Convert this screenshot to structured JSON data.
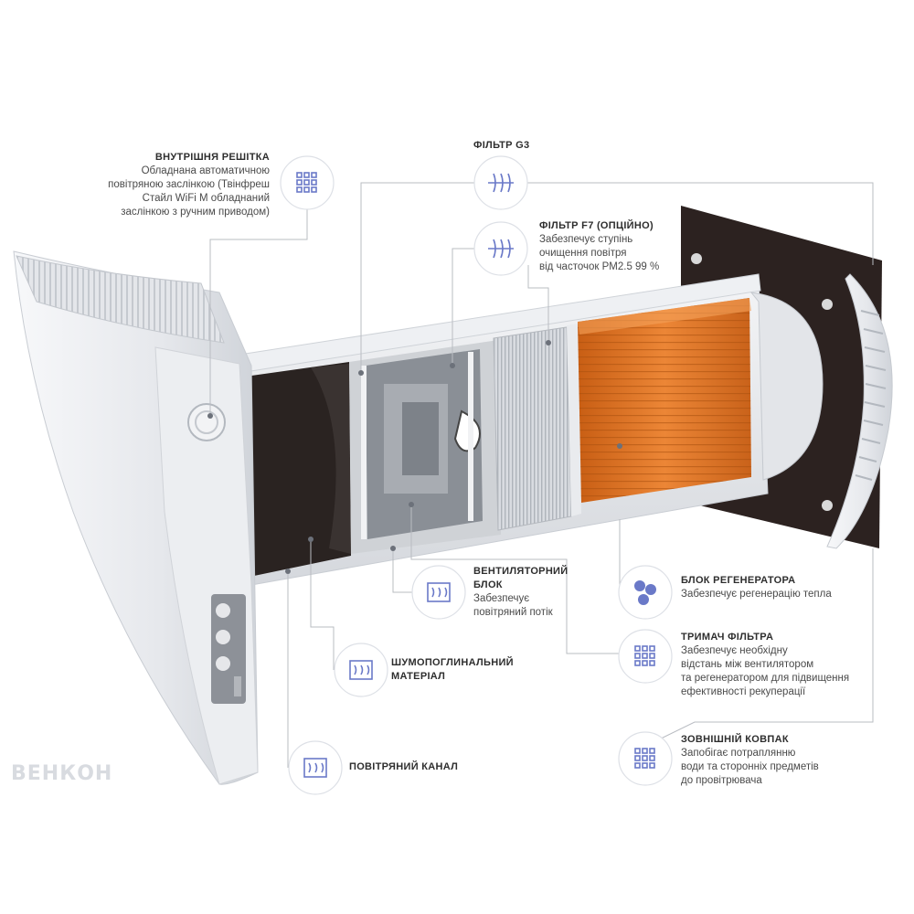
{
  "labels": {
    "inner_grille": {
      "title": "ВНУТРІШНЯ РЕШІТКА",
      "lines": [
        "Обладнана автоматичною",
        "повітряною заслінкою (Твінфреш",
        "Стайл WiFi М обладнаний",
        "заслінкою з ручним приводом)"
      ]
    },
    "filter_g3": {
      "title": "ФІЛЬТР G3"
    },
    "filter_f7": {
      "title": "ФІЛЬТР F7 (ОПЦІЙНО)",
      "lines": [
        "Забезпечує ступінь",
        "очищення повітря",
        "від часточок PM2.5 99 %"
      ]
    },
    "fan_block": {
      "title_lines": [
        "ВЕНТИЛЯТОРНИЙ",
        "БЛОК"
      ],
      "lines": [
        "Забезпечує",
        "повітряний потік"
      ]
    },
    "regenerator": {
      "title": "БЛОК РЕГЕНЕРАТОРА",
      "lines": [
        "Забезпечує регенерацію тепла"
      ]
    },
    "filter_holder": {
      "title": "ТРИМАЧ ФІЛЬТРА",
      "lines": [
        "Забезпечує необхідну",
        "відстань між вентилятором",
        "та регенератором для підвищення",
        "ефективності рекуперації"
      ]
    },
    "sound_material": {
      "title_lines": [
        "ШУМОПОГЛИНАЛЬНИЙ",
        "МАТЕРІАЛ"
      ]
    },
    "outer_hood": {
      "title": "ЗОВНІШНІЙ КОВПАК",
      "lines": [
        "Запобігає потраплянню",
        "води та сторонніх предметів",
        "до провітрювача"
      ]
    },
    "air_channel": {
      "title": "ПОВІТРЯНИЙ КАНАЛ"
    }
  },
  "brand": {
    "logo": "ВЕНКОН"
  },
  "colors": {
    "callout_line": "#b9bcc2",
    "icon": "#6a79c8",
    "regenerator": "#e0741f",
    "channel_dark": "#2b2321",
    "housing": "#e9ebef"
  },
  "icons": {
    "inner_grille": "grid-icon",
    "filter_g3": "filter-icon",
    "filter_f7": "filter-icon",
    "fan_block": "fan-block-icon",
    "regenerator": "fan-icon",
    "filter_holder": "grid-icon",
    "sound_material": "absorber-icon",
    "outer_hood": "grid-icon",
    "air_channel": "channel-icon"
  }
}
